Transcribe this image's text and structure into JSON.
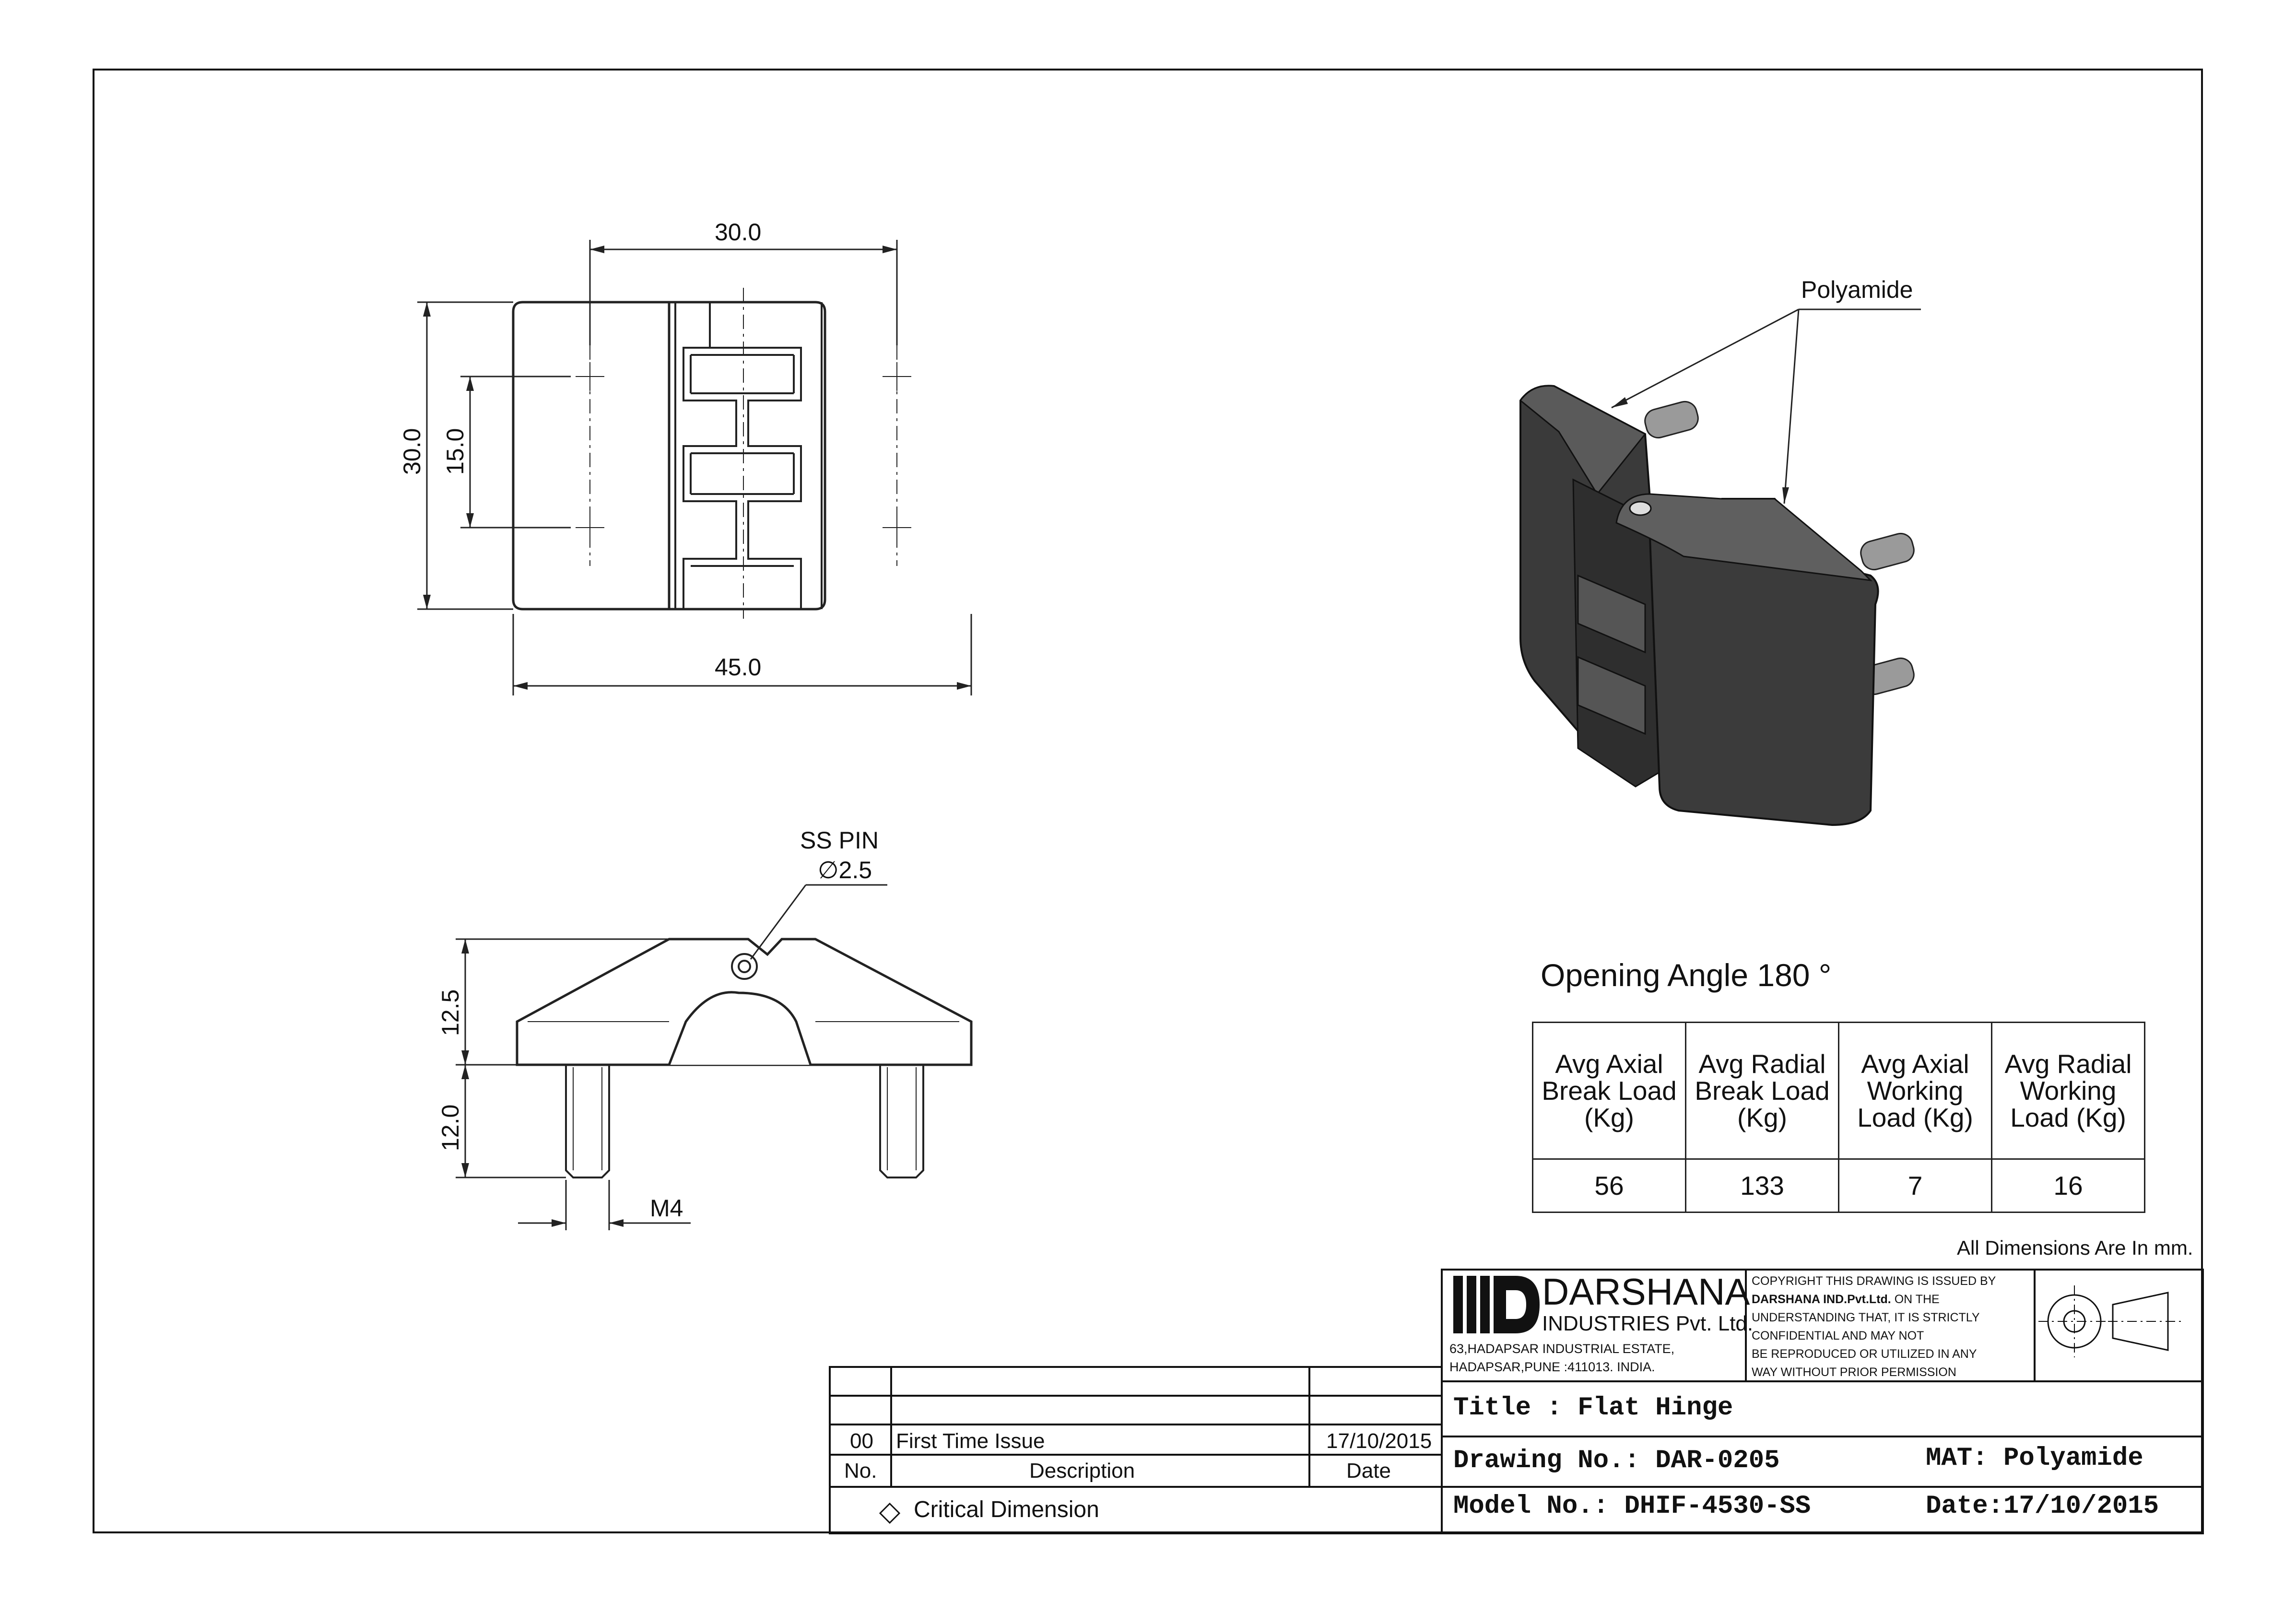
{
  "top_view": {
    "dim_width_top": "30.0",
    "dim_height_outer": "30.0",
    "dim_hole_spacing": "15.0",
    "dim_overall_width": "45.0"
  },
  "side_view": {
    "pin_label": "SS PIN",
    "pin_diameter": "∅2.5",
    "dim_body_height": "12.5",
    "dim_stud_length": "12.0",
    "thread_label": "M4"
  },
  "iso_view": {
    "material_callout": "Polyamide"
  },
  "opening_angle": "Opening Angle 180  °",
  "load_table": {
    "headers": [
      "Avg Axial\nBreak Load\n(Kg)",
      "Avg Radial\nBreak Load\n(Kg)",
      "Avg Axial\nWorking\nLoad (Kg)",
      "Avg Radial\nWorking\nLoad (Kg)"
    ],
    "values": [
      "56",
      "133",
      "7",
      "16"
    ]
  },
  "units_note": "All Dimensions Are In mm.",
  "company": {
    "name": "DARSHANA",
    "sub": "INDUSTRIES Pvt. Ltd.",
    "address1": "63,HADAPSAR INDUSTRIAL ESTATE,",
    "address2": "HADAPSAR,PUNE :411013. INDIA."
  },
  "copyright": {
    "line1": "COPYRIGHT THIS DRAWING IS ISSUED BY",
    "line2_bold": "DARSHANA IND.Pvt.Ltd.",
    "line2_rest": " ON THE",
    "line3": "UNDERSTANDING THAT, IT IS STRICTLY",
    "line4": "CONFIDENTIAL AND MAY NOT",
    "line5": "BE REPRODUCED OR UTILIZED IN ANY",
    "line6": "WAY WITHOUT PRIOR PERMISSION"
  },
  "title_block": {
    "title": "Title : Flat Hinge",
    "drawing_no": "Drawing No.: DAR-0205",
    "material": "MAT: Polyamide",
    "model_no": "Model No.: DHIF-4530-SS",
    "date": "Date:17/10/2015"
  },
  "revision": {
    "row": {
      "no": "00",
      "description": "First Time Issue",
      "date": "17/10/2015"
    },
    "headers": {
      "no": "No.",
      "description": "Description",
      "date": "Date"
    },
    "critical": "Critical Dimension"
  }
}
